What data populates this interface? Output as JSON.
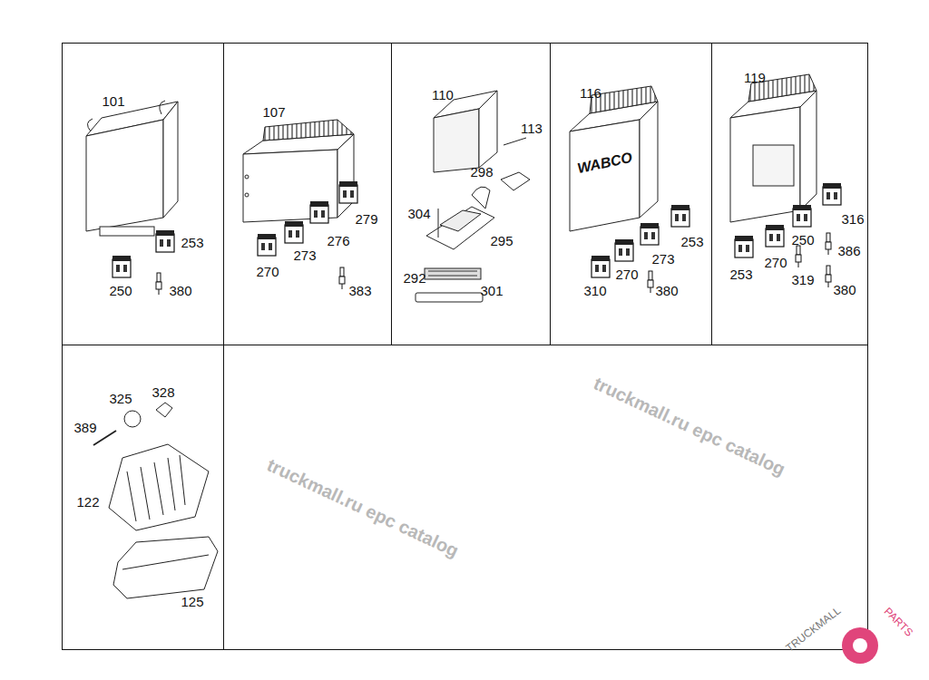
{
  "diagram": {
    "labels": [
      "101",
      "253",
      "250",
      "380",
      "107",
      "279",
      "276",
      "273",
      "270",
      "383",
      "110",
      "113",
      "298",
      "304",
      "295",
      "292",
      "301",
      "116",
      "253",
      "273",
      "270",
      "310",
      "380",
      "WABCO",
      "119",
      "316",
      "250",
      "386",
      "270",
      "253",
      "319",
      "380",
      "325",
      "328",
      "389",
      "122",
      "125",
      "truckmall.ru epc catalog",
      "truckmall.ru epc catalog",
      "TRUCKMALL",
      "PARTS"
    ]
  }
}
